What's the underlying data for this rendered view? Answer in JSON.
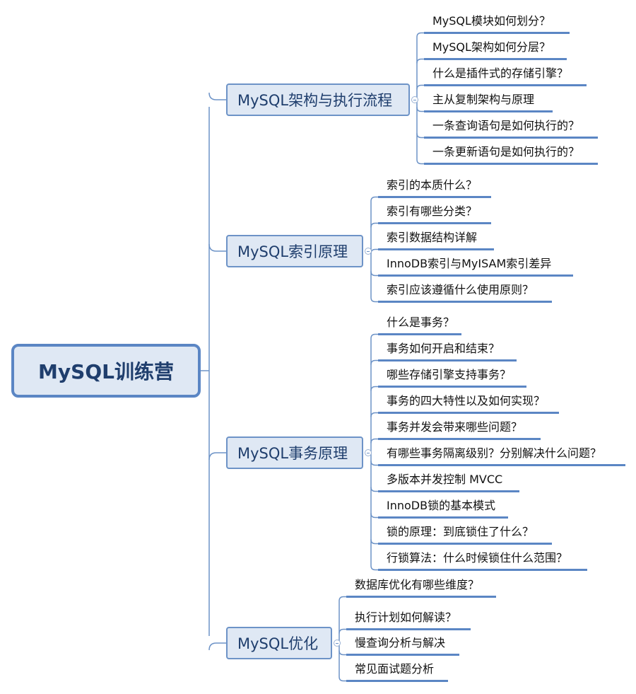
{
  "root": {
    "label": "MySQL训练营"
  },
  "branches": [
    {
      "label": "MySQL架构与执行流程",
      "leaves": [
        "MySQL模块如何划分？",
        "MySQL架构如何分层？",
        "什么是插件式的存储引擎？",
        "主从复制架构与原理",
        "一条查询语句是如何执行的？",
        "一条更新语句是如何执行的？"
      ]
    },
    {
      "label": "MySQL索引原理",
      "leaves": [
        "索引的本质什么？",
        "索引有哪些分类？",
        "索引数据结构详解",
        "InnoDB索引与MyISAM索引差异",
        "索引应该遵循什么使用原则？"
      ]
    },
    {
      "label": "MySQL事务原理",
      "leaves": [
        "什么是事务？",
        "事务如何开启和结束？",
        "哪些存储引擎支持事务？",
        "事务的四大特性以及如何实现？",
        "事务并发会带来哪些问题？",
        "有哪些事务隔离级别？分别解决什么问题？",
        "多版本并发控制 MVCC",
        "InnoDB锁的基本模式",
        "锁的原理：到底锁住了什么？",
        "行锁算法：什么时候锁住什么范围？"
      ]
    },
    {
      "label": "MySQL优化",
      "leaves": [
        "数据库优化有哪些维度？",
        "执行计划如何解读？",
        "慢查询分析与解决",
        "常见面试题分析"
      ]
    }
  ],
  "colors": {
    "line": "#6d93c7",
    "node_fill": "#dfe8f4",
    "node_border": "#5b86c4",
    "text": "#1f3e6d"
  }
}
